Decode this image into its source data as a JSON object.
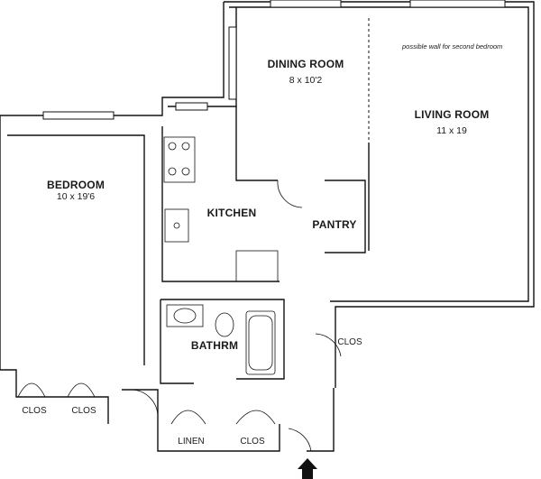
{
  "rooms": {
    "dining": {
      "name": "DINING ROOM",
      "dims": "8 x 10'2"
    },
    "living": {
      "name": "LIVING ROOM",
      "dims": "11 x 19"
    },
    "bedroom": {
      "name": "BEDROOM",
      "dims": "10 x 19'6"
    },
    "kitchen": {
      "name": "KITCHEN"
    },
    "pantry": {
      "name": "PANTRY"
    },
    "bathroom": {
      "name": "BATHRM"
    }
  },
  "closets": {
    "bedroom_left": "CLOS",
    "bedroom_right": "CLOS",
    "linen": "LINEN",
    "hall": "CLOS",
    "living": "CLOS"
  },
  "annotation": "possible wall for second bedroom",
  "entry_arrow": "entry-arrow-icon"
}
